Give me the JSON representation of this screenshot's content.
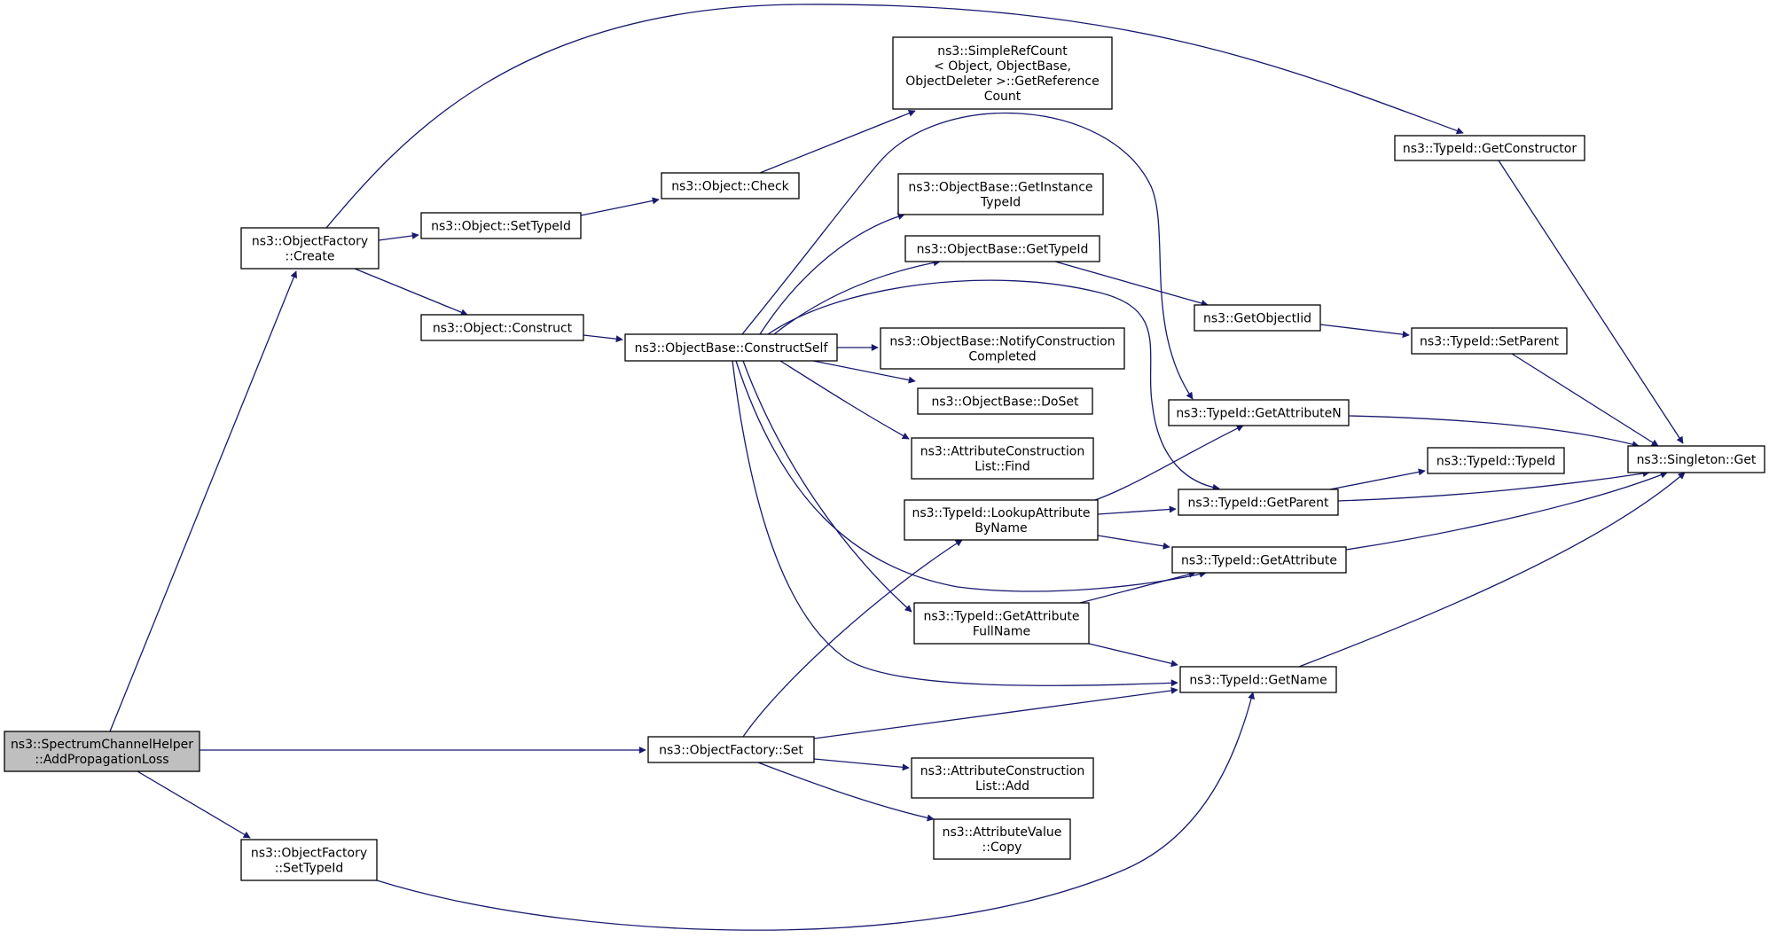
{
  "diagram": {
    "title": "",
    "colors": {
      "edge": "#191970",
      "node_border": "#000000",
      "root_fill": "#bfbfbf",
      "node_fill": "#ffffff"
    },
    "nodes": [
      {
        "id": "root",
        "label_lines": [
          "ns3::SpectrumChannelHelper",
          "::AddPropagationLoss"
        ],
        "root": true
      },
      {
        "id": "of_create",
        "label_lines": [
          "ns3::ObjectFactory",
          "::Create"
        ]
      },
      {
        "id": "of_settypeid",
        "label_lines": [
          "ns3::ObjectFactory",
          "::SetTypeId"
        ]
      },
      {
        "id": "of_set",
        "label_lines": [
          "ns3::ObjectFactory::Set"
        ]
      },
      {
        "id": "obj_settypeid",
        "label_lines": [
          "ns3::Object::SetTypeId"
        ]
      },
      {
        "id": "obj_construct",
        "label_lines": [
          "ns3::Object::Construct"
        ]
      },
      {
        "id": "obj_check",
        "label_lines": [
          "ns3::Object::Check"
        ]
      },
      {
        "id": "refcount",
        "label_lines": [
          "ns3::SimpleRefCount",
          "< Object, ObjectBase,",
          "ObjectDeleter >::GetReference",
          "Count"
        ]
      },
      {
        "id": "ob_constructself",
        "label_lines": [
          "ns3::ObjectBase::ConstructSelf"
        ]
      },
      {
        "id": "ob_getinstance",
        "label_lines": [
          "ns3::ObjectBase::GetInstance",
          "TypeId"
        ]
      },
      {
        "id": "ob_gettypeid",
        "label_lines": [
          "ns3::ObjectBase::GetTypeId"
        ]
      },
      {
        "id": "ob_notify",
        "label_lines": [
          "ns3::ObjectBase::NotifyConstruction",
          "Completed"
        ]
      },
      {
        "id": "ob_doset",
        "label_lines": [
          "ns3::ObjectBase::DoSet"
        ]
      },
      {
        "id": "acl_find",
        "label_lines": [
          "ns3::AttributeConstruction",
          "List::Find"
        ]
      },
      {
        "id": "tid_lookup",
        "label_lines": [
          "ns3::TypeId::LookupAttribute",
          "ByName"
        ]
      },
      {
        "id": "tid_getattrfull",
        "label_lines": [
          "ns3::TypeId::GetAttribute",
          "FullName"
        ]
      },
      {
        "id": "acl_add",
        "label_lines": [
          "ns3::AttributeConstruction",
          "List::Add"
        ]
      },
      {
        "id": "av_copy",
        "label_lines": [
          "ns3::AttributeValue",
          "::Copy"
        ]
      },
      {
        "id": "tid_getconstructor",
        "label_lines": [
          "ns3::TypeId::GetConstructor"
        ]
      },
      {
        "id": "getobjectiid",
        "label_lines": [
          "ns3::GetObjectIid"
        ]
      },
      {
        "id": "tid_getattrn",
        "label_lines": [
          "ns3::TypeId::GetAttributeN"
        ]
      },
      {
        "id": "tid_getparent",
        "label_lines": [
          "ns3::TypeId::GetParent"
        ]
      },
      {
        "id": "tid_getattr",
        "label_lines": [
          "ns3::TypeId::GetAttribute"
        ]
      },
      {
        "id": "tid_getname",
        "label_lines": [
          "ns3::TypeId::GetName"
        ]
      },
      {
        "id": "tid_setparent",
        "label_lines": [
          "ns3::TypeId::SetParent"
        ]
      },
      {
        "id": "tid_typeid",
        "label_lines": [
          "ns3::TypeId::TypeId"
        ]
      },
      {
        "id": "singleton_get",
        "label_lines": [
          "ns3::Singleton::Get"
        ]
      }
    ],
    "edges": [
      {
        "from": "root",
        "to": "of_create"
      },
      {
        "from": "root",
        "to": "of_set"
      },
      {
        "from": "root",
        "to": "of_settypeid"
      },
      {
        "from": "of_create",
        "to": "obj_settypeid"
      },
      {
        "from": "of_create",
        "to": "obj_construct"
      },
      {
        "from": "of_create",
        "to": "tid_getconstructor"
      },
      {
        "from": "obj_settypeid",
        "to": "obj_check"
      },
      {
        "from": "obj_check",
        "to": "refcount"
      },
      {
        "from": "obj_construct",
        "to": "ob_constructself"
      },
      {
        "from": "ob_constructself",
        "to": "ob_getinstance"
      },
      {
        "from": "ob_constructself",
        "to": "ob_gettypeid"
      },
      {
        "from": "ob_constructself",
        "to": "ob_notify"
      },
      {
        "from": "ob_constructself",
        "to": "ob_doset"
      },
      {
        "from": "ob_constructself",
        "to": "acl_find"
      },
      {
        "from": "ob_constructself",
        "to": "tid_getattrfull"
      },
      {
        "from": "ob_constructself",
        "to": "tid_getattrn"
      },
      {
        "from": "ob_constructself",
        "to": "tid_getparent"
      },
      {
        "from": "ob_constructself",
        "to": "tid_getattr"
      },
      {
        "from": "ob_constructself",
        "to": "tid_getname"
      },
      {
        "from": "ob_gettypeid",
        "to": "getobjectiid"
      },
      {
        "from": "getobjectiid",
        "to": "tid_setparent"
      },
      {
        "from": "tid_setparent",
        "to": "singleton_get"
      },
      {
        "from": "tid_getconstructor",
        "to": "singleton_get"
      },
      {
        "from": "tid_getattrn",
        "to": "singleton_get"
      },
      {
        "from": "tid_getparent",
        "to": "tid_typeid"
      },
      {
        "from": "tid_getparent",
        "to": "singleton_get"
      },
      {
        "from": "tid_getattr",
        "to": "singleton_get"
      },
      {
        "from": "tid_getname",
        "to": "singleton_get"
      },
      {
        "from": "tid_lookup",
        "to": "tid_getattrn"
      },
      {
        "from": "tid_lookup",
        "to": "tid_getparent"
      },
      {
        "from": "tid_lookup",
        "to": "tid_getattr"
      },
      {
        "from": "tid_getattrfull",
        "to": "tid_getattr"
      },
      {
        "from": "tid_getattrfull",
        "to": "tid_getname"
      },
      {
        "from": "of_set",
        "to": "tid_lookup"
      },
      {
        "from": "of_set",
        "to": "tid_getname"
      },
      {
        "from": "of_set",
        "to": "acl_add"
      },
      {
        "from": "of_set",
        "to": "av_copy"
      },
      {
        "from": "of_settypeid",
        "to": "tid_getname"
      }
    ]
  }
}
